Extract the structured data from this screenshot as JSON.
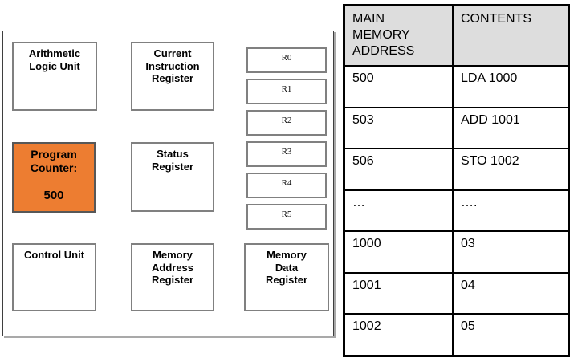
{
  "diagram": {
    "boxes": {
      "alu": "Arithmetic\nLogic Unit",
      "cir": "Current\nInstruction\nRegister",
      "pc_label": "Program\nCounter:",
      "pc_value": "500",
      "status": "Status\nRegister",
      "control": "Control Unit",
      "mar": "Memory\nAddress\nRegister",
      "mdr": "Memory\nData\nRegister"
    },
    "registers": [
      "R0",
      "R1",
      "R2",
      "R3",
      "R4",
      "R5"
    ]
  },
  "memory_table": {
    "headers": [
      "MAIN\nMEMORY\nADDRESS",
      "CONTENTS"
    ],
    "rows": [
      [
        "500",
        "LDA 1000"
      ],
      [
        "503",
        "ADD 1001"
      ],
      [
        "506",
        "STO 1002"
      ],
      [
        "…",
        "…."
      ],
      [
        "1000",
        "03"
      ],
      [
        "1001",
        "04"
      ],
      [
        "1002",
        "05"
      ]
    ]
  },
  "colors": {
    "highlight": "#ED7D31",
    "box_border": "#808080",
    "table_header_bg": "#DDDDDD"
  }
}
